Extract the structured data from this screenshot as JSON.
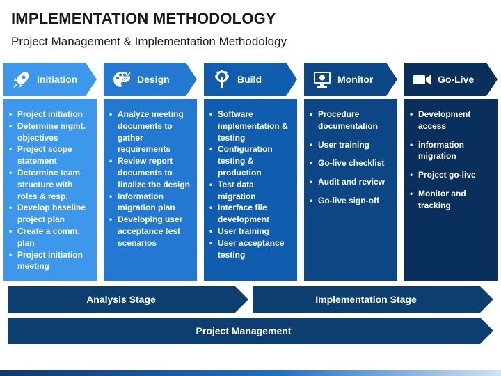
{
  "title": "IMPLEMENTATION METHODOLOGY",
  "subtitle": "Project Management & Implementation Methodology",
  "colors": {
    "initiation": "#3d97ea",
    "design": "#2379d1",
    "build": "#105db0",
    "monitor": "#0c4685",
    "golive": "#092f5d",
    "band": "#0c3f70"
  },
  "phases": [
    {
      "name": "Initiation",
      "icon": "rocket-icon",
      "items": [
        "Project initiation",
        "Determine mgmt. objectives",
        "Project scope statement",
        "Determine team structure with roles & resp.",
        "Develop baseline project plan",
        "Create a comm. plan",
        "Project initiation meeting"
      ]
    },
    {
      "name": "Design",
      "icon": "palette-icon",
      "items": [
        "Analyze meeting documents to gather requirements",
        "Review report documents to finalize the design",
        "Information migration plan",
        "Developing user acceptance test scenarios"
      ]
    },
    {
      "name": "Build",
      "icon": "gear-wrench-icon",
      "items": [
        "Software implementation & testing",
        "Configuration testing & production",
        "Test data migration",
        "Interface file development",
        "User training",
        "User acceptance testing"
      ]
    },
    {
      "name": "Monitor",
      "icon": "monitor-icon",
      "items": [
        "Procedure documentation",
        "User training",
        "Go-live checklist",
        "Audit and review",
        "Go-live sign-off"
      ]
    },
    {
      "name": "Go-Live",
      "icon": "video-camera-icon",
      "items": [
        "Development access",
        "information migration",
        "Project go-live",
        "Monitor and tracking"
      ]
    }
  ],
  "stages": {
    "analysis": "Analysis Stage",
    "implementation": "Implementation Stage",
    "management": "Project Management"
  }
}
